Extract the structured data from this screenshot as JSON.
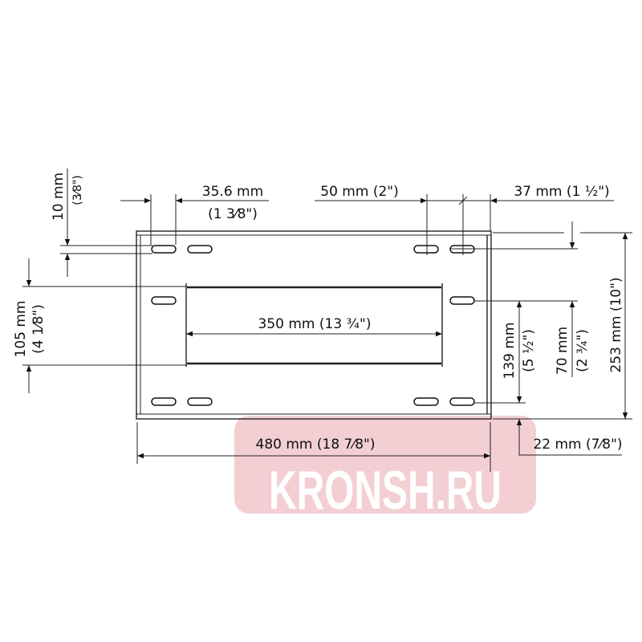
{
  "watermark": {
    "text": "KRONSH.RU",
    "color": "#f3cfd3"
  },
  "dimensions": {
    "slot_offset_top": {
      "mm": "10 mm",
      "inch": "(3⁄8\")"
    },
    "slot_spacing_left": {
      "mm": "35.6 mm",
      "inch": "(1 3⁄8\")"
    },
    "slot_spacing_right": {
      "label": "50 mm (2\")"
    },
    "right_edge_offset": {
      "label": "37 mm (1 ½\")"
    },
    "rail_spacing": {
      "mm": "105 mm",
      "inch": "(4 1⁄8\")"
    },
    "rail_length": {
      "label": "350 mm (13 ¾\")"
    },
    "total_width": {
      "label": "480 mm (18 7⁄8\")"
    },
    "slot_vertical_inner": {
      "mm": "139 mm",
      "inch": "(5 ½\")"
    },
    "slot_vertical_top": {
      "mm": "70 mm",
      "inch": "(2 ¾\")"
    },
    "total_height": {
      "label": "253 mm (10\")"
    },
    "bottom_offset": {
      "label": "22 mm (7⁄8\")"
    }
  }
}
